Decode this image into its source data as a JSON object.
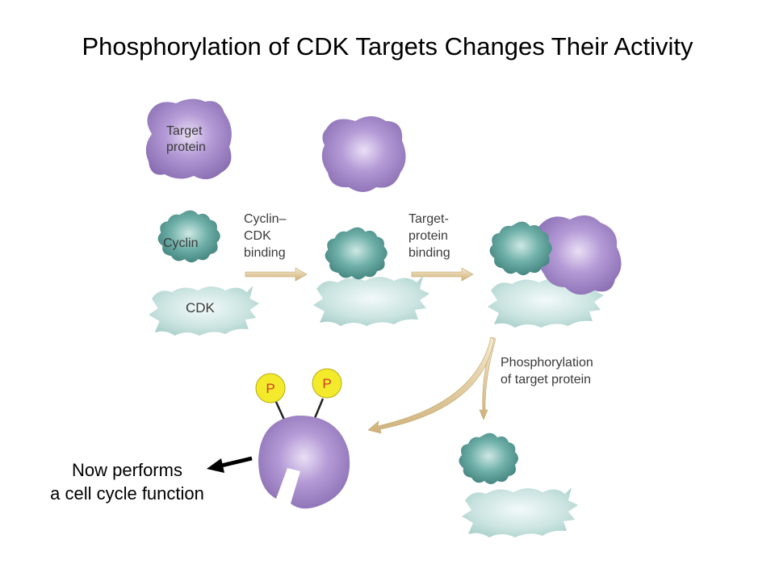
{
  "title": "Phosphorylation of CDK Targets Changes Their Activity",
  "labels": {
    "target_protein": [
      "Target",
      "protein"
    ],
    "cyclin": "Cyclin",
    "cdk": "CDK",
    "step1": [
      "Cyclin–",
      "CDK",
      "binding"
    ],
    "step2": [
      "Target-",
      "protein",
      "binding"
    ],
    "step3": [
      "Phosphorylation",
      "of target protein"
    ],
    "phosphate": "P"
  },
  "note": [
    "Now performs",
    "a cell cycle function"
  ],
  "colors": {
    "target_purple": "#9a80c0",
    "cyclin_teal": "#5a9b95",
    "cdk_light": "#c9e2df",
    "phosphate_yellow": "#f2ea2a",
    "arrow_tan": "#e2cf9e"
  }
}
